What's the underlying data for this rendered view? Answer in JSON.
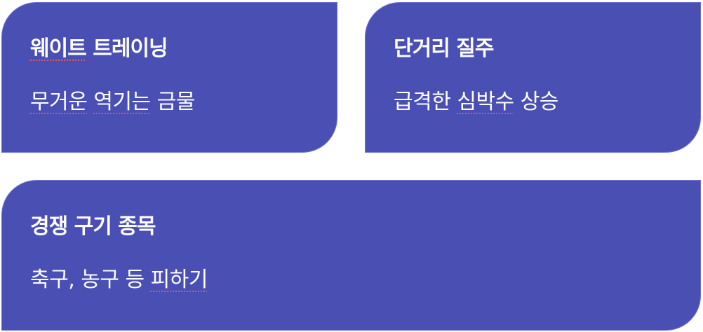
{
  "cards": [
    {
      "title_parts": [
        {
          "text": "웨이트",
          "flag": true
        },
        {
          "text": " 트레이닝",
          "flag": false
        }
      ],
      "text_parts": [
        {
          "text": "무거운",
          "flag": true
        },
        {
          "text": " ",
          "flag": false
        },
        {
          "text": "역기는",
          "flag": true
        },
        {
          "text": " 금물",
          "flag": false
        }
      ]
    },
    {
      "title_parts": [
        {
          "text": "단거리 질주",
          "flag": false
        }
      ],
      "text_parts": [
        {
          "text": "급격한 ",
          "flag": false
        },
        {
          "text": "심박수",
          "flag": true
        },
        {
          "text": " 상승",
          "flag": false
        }
      ]
    },
    {
      "title_parts": [
        {
          "text": "경쟁 구기 종목",
          "flag": false
        }
      ],
      "text_parts": [
        {
          "text": "축구, 농구 등 ",
          "flag": false
        },
        {
          "text": "피하기",
          "flag": true
        }
      ]
    }
  ],
  "colors": {
    "card_bg": "#4a4fb4",
    "card_border": "#6b70d0",
    "text": "#ffffff",
    "spellcheck_underline": "#e05a5a"
  }
}
